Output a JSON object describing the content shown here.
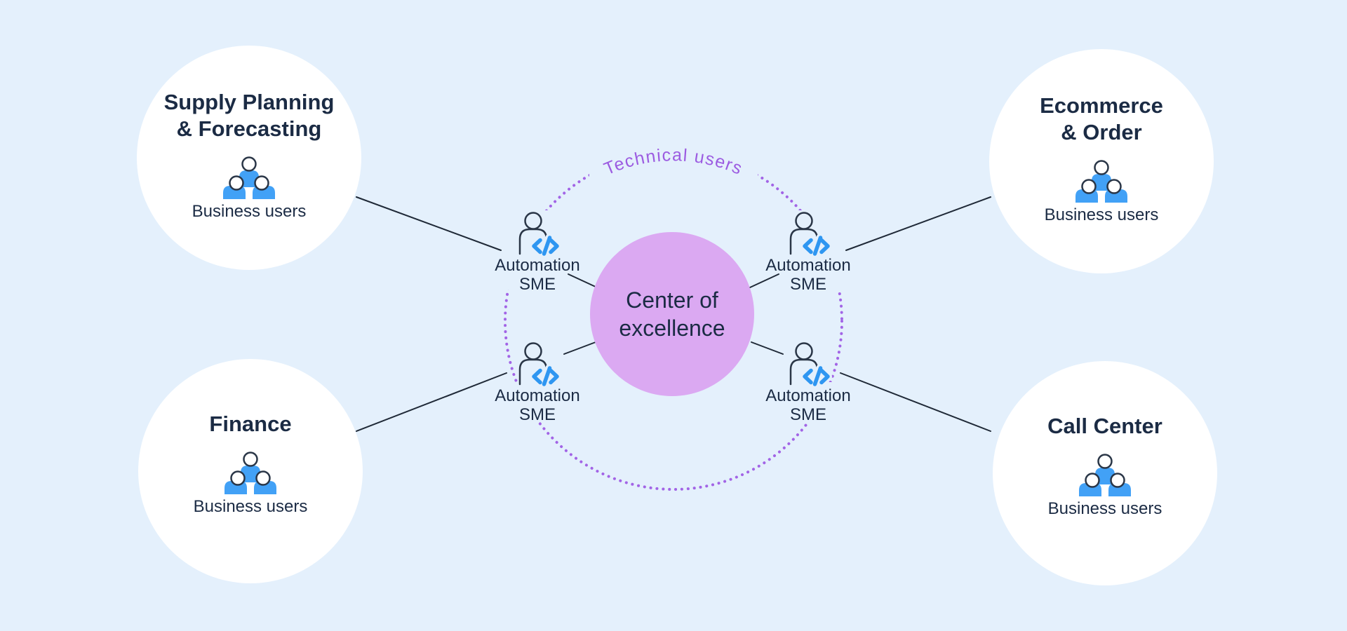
{
  "center": {
    "label_lines": [
      "Center of",
      "excellence"
    ]
  },
  "technical_users_label": "Technical users",
  "sme": {
    "label_line1": "Automation",
    "label_line2": "SME"
  },
  "departments": [
    {
      "id": "supply-planning",
      "title_lines": [
        "Supply Planning",
        "& Forecasting"
      ],
      "subtitle": "Business users"
    },
    {
      "id": "ecommerce-order",
      "title_lines": [
        "Ecommerce",
        "& Order"
      ],
      "subtitle": "Business users"
    },
    {
      "id": "finance",
      "title_lines": [
        "Finance"
      ],
      "subtitle": "Business users"
    },
    {
      "id": "call-center",
      "title_lines": [
        "Call Center"
      ],
      "subtitle": "Business users"
    }
  ],
  "colors": {
    "background": "#E4F0FC",
    "circle_white": "#FFFFFF",
    "center_circle": "#DBA9F2",
    "text_dark": "#1B2B44",
    "line": "#1F2937",
    "icon_blue": "#42A1F6",
    "code_blue": "#2E96F1",
    "dots_purple": "#A264E6",
    "technical_users_purple": "#9C5CE1"
  }
}
